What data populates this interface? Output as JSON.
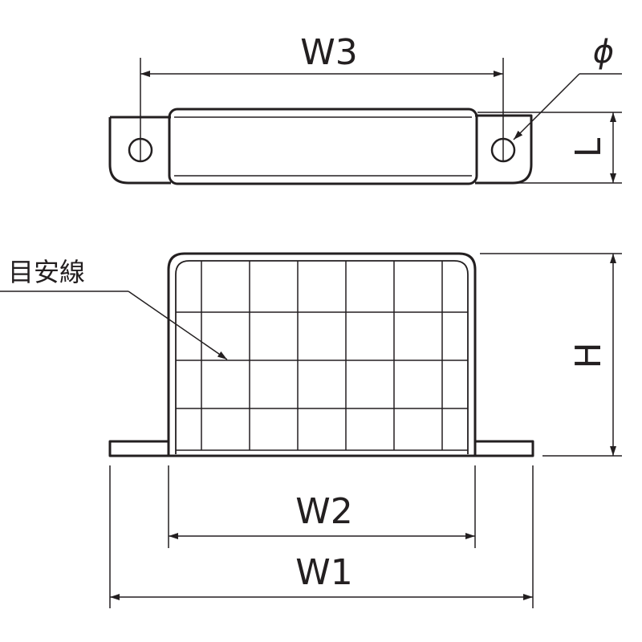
{
  "drawing": {
    "line_color": "#231f20",
    "background": "#ffffff",
    "labels": {
      "w3": "W3",
      "phi": "ϕ",
      "l": "L",
      "guide": "目安線",
      "h": "H",
      "w2": "W2",
      "w1": "W1"
    }
  }
}
